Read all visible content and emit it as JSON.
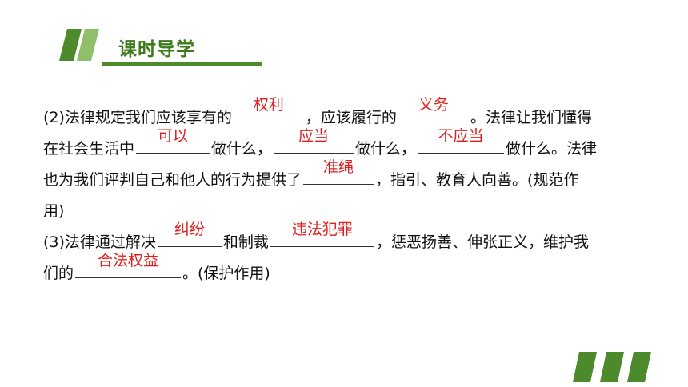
{
  "header": {
    "title": "课时导学"
  },
  "colors": {
    "accent": "#4c8a2c",
    "answer": "#e02020"
  },
  "p2": {
    "seg1": "(2)法律规定我们应该享有的",
    "ans1": "权利",
    "seg2": "，应该履行的",
    "ans2": "义务",
    "seg3": "。法律让我们懂得",
    "seg4": "在社会生活中",
    "ans3": "可以",
    "seg5": "做什么，",
    "ans4": "应当",
    "seg6": "做什么，",
    "ans5": "不应当",
    "seg7": "做什么。法律",
    "seg8": "也为我们评判自己和他人的行为提供了",
    "ans6": "准绳",
    "seg9": "，指引、教育人向善。(规范作",
    "seg10": "用)"
  },
  "p3": {
    "seg1": "(3)法律通过解决",
    "ans1": "纠纷",
    "seg2": "和制裁",
    "ans2": "违法犯罪",
    "seg3": "，惩恶扬善、伸张正义，维护我",
    "seg4": "们的",
    "ans3": "合法权益",
    "seg5": "。(保护作用)"
  }
}
